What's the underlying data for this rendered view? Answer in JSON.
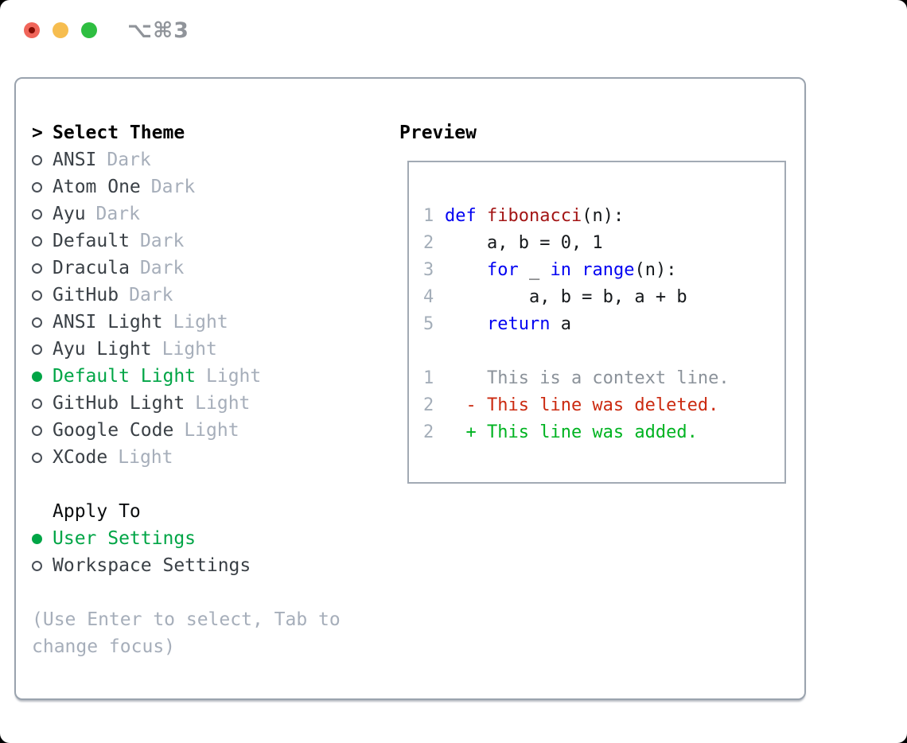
{
  "colors": {
    "green_accent": "#00a546",
    "diff_added": "#00b321",
    "diff_deleted": "#cb2a10",
    "keyword_blue": "#0202f2",
    "function_red": "#a31515",
    "muted_gray": "#a6aeba",
    "panel_border": "#9aa3ae"
  },
  "title_bar": {
    "window_title": "⌥⌘3",
    "buttons": [
      {
        "name": "close",
        "color": "#f0655a",
        "dot": "#820b03"
      },
      {
        "name": "minimize",
        "color": "#f6bd4f",
        "dot": ""
      },
      {
        "name": "zoom",
        "color": "#2ebe41",
        "dot": ""
      }
    ]
  },
  "theme_picker": {
    "prompt": ">",
    "heading": "Select Theme",
    "items": [
      {
        "label": "ANSI",
        "tag": "Dark",
        "selected": false
      },
      {
        "label": "Atom One",
        "tag": "Dark",
        "selected": false
      },
      {
        "label": "Ayu",
        "tag": "Dark",
        "selected": false
      },
      {
        "label": "Default",
        "tag": "Dark",
        "selected": false
      },
      {
        "label": "Dracula",
        "tag": "Dark",
        "selected": false
      },
      {
        "label": "GitHub",
        "tag": "Dark",
        "selected": false
      },
      {
        "label": "ANSI Light",
        "tag": "Light",
        "selected": false
      },
      {
        "label": "Ayu Light",
        "tag": "Light",
        "selected": false
      },
      {
        "label": "Default Light",
        "tag": "Light",
        "selected": true
      },
      {
        "label": "GitHub Light",
        "tag": "Light",
        "selected": false
      },
      {
        "label": "Google Code",
        "tag": "Light",
        "selected": false
      },
      {
        "label": "XCode",
        "tag": "Light",
        "selected": false
      }
    ]
  },
  "apply_to": {
    "heading": "Apply To",
    "options": [
      {
        "label": "User Settings",
        "selected": true
      },
      {
        "label": "Workspace Settings",
        "selected": false
      }
    ]
  },
  "help_text": "(Use Enter to select, Tab to change focus)",
  "preview": {
    "heading": "Preview",
    "lines": [
      {
        "num": "1",
        "tokens": [
          [
            "kw",
            "def"
          ],
          [
            "plain",
            " "
          ],
          [
            "fn",
            "fibonacci"
          ],
          [
            "plain",
            "(n):"
          ]
        ]
      },
      {
        "num": "2",
        "tokens": [
          [
            "plain",
            "    a, b = 0, 1"
          ]
        ]
      },
      {
        "num": "3",
        "tokens": [
          [
            "plain",
            "    "
          ],
          [
            "kw",
            "for"
          ],
          [
            "plain",
            " _ "
          ],
          [
            "kw",
            "in"
          ],
          [
            "plain",
            " "
          ],
          [
            "kw",
            "range"
          ],
          [
            "plain",
            "(n):"
          ]
        ]
      },
      {
        "num": "4",
        "tokens": [
          [
            "plain",
            "        a, b = b, a + b"
          ]
        ]
      },
      {
        "num": "5",
        "tokens": [
          [
            "plain",
            "    "
          ],
          [
            "kw",
            "return"
          ],
          [
            "plain",
            " a"
          ]
        ]
      },
      {
        "num": "",
        "tokens": []
      },
      {
        "num": "1",
        "tokens": [
          [
            "ctx",
            "    This is a context line."
          ]
        ]
      },
      {
        "num": "2",
        "tokens": [
          [
            "del",
            "  - This line was deleted."
          ]
        ]
      },
      {
        "num": "2",
        "tokens": [
          [
            "add",
            "  + This line was added."
          ]
        ]
      }
    ]
  }
}
